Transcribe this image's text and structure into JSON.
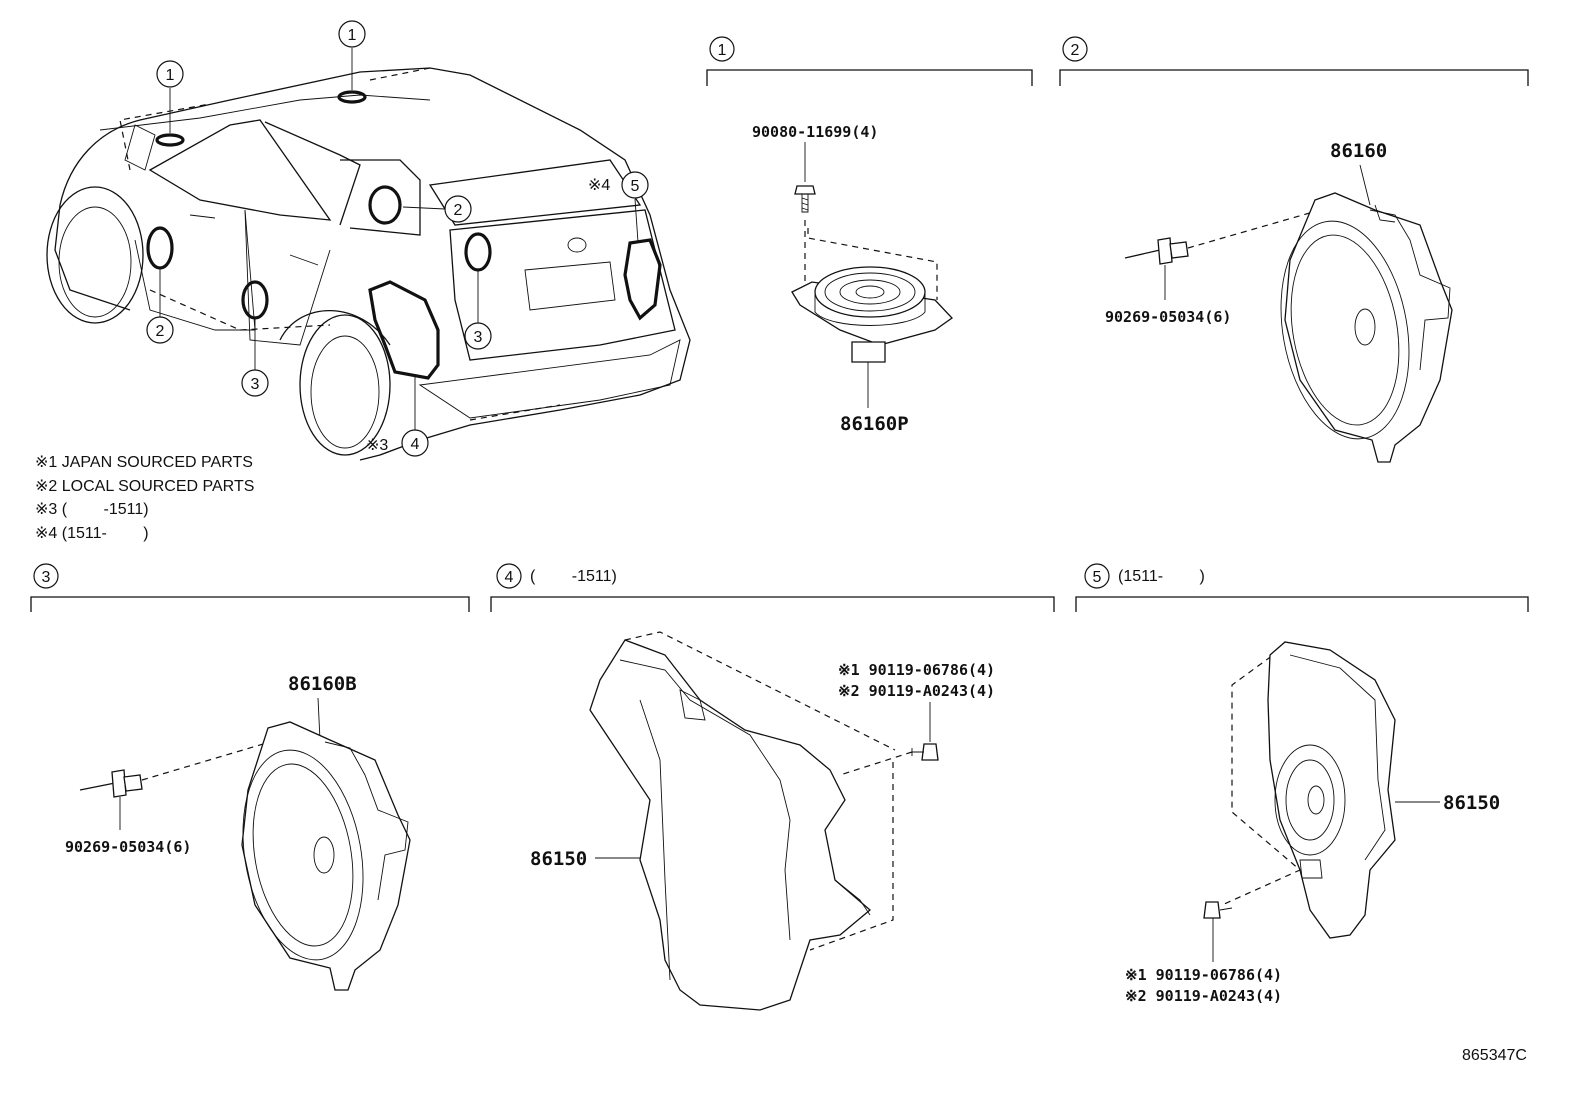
{
  "callouts": {
    "c1": "1",
    "c2": "2",
    "c3": "3",
    "c4": "4",
    "c5": "5"
  },
  "car_marks": {
    "m4": "※4",
    "m3": "※3"
  },
  "notes": [
    "※1 JAPAN SOURCED PARTS",
    "※2 LOCAL SOURCED PARTS",
    "※3 (　　 -1511)",
    "※4 (1511-　　 )"
  ],
  "sections": {
    "s1": {
      "num": "1",
      "range": ""
    },
    "s2": {
      "num": "2",
      "range": ""
    },
    "s3": {
      "num": "3",
      "range": ""
    },
    "s4": {
      "num": "4",
      "range": "(　　 -1511)"
    },
    "s5": {
      "num": "5",
      "range": "(1511-　　 )"
    }
  },
  "parts": {
    "p1_bolt": "90080-11699(4)",
    "p1_speaker": "86160P",
    "p2_speaker": "86160",
    "p2_rivet": "90269-05034(6)",
    "p3_speaker": "86160B",
    "p3_rivet": "90269-05034(6)",
    "p4_bolt_jp": "※1 90119-06786(4)",
    "p4_bolt_local": "※2 90119-A0243(4)",
    "p4_box": "86150",
    "p5_box": "86150",
    "p5_bolt_jp": "※1 90119-06786(4)",
    "p5_bolt_local": "※2 90119-A0243(4)"
  },
  "figure_id": "865347C"
}
